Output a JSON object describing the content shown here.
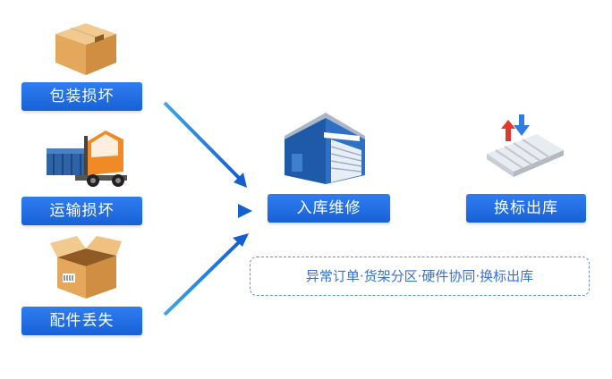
{
  "causes": [
    {
      "label": "包装损坏",
      "icon": "package-box-icon"
    },
    {
      "label": "运输损坏",
      "icon": "forklift-icon"
    },
    {
      "label": "配件丢失",
      "icon": "open-box-icon"
    }
  ],
  "center": {
    "label": "入库维修",
    "icon": "warehouse-icon"
  },
  "right": {
    "label": "换标出库",
    "icon": "conveyor-arrows-icon"
  },
  "note": "异常订单·货架分区·硬件协同·换标出库",
  "colors": {
    "button": "#1f6fe6",
    "arrow": "#1670d8",
    "note_border": "#5b8fe0"
  }
}
